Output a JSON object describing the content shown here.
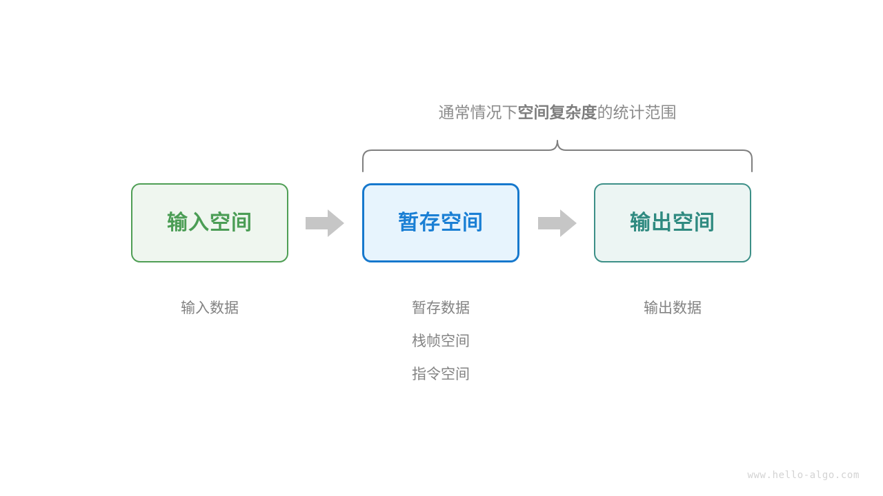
{
  "diagram": {
    "brace_caption": {
      "prefix": "通常情况下",
      "emphasis": "空间复杂度",
      "suffix": "的统计范围",
      "full_text": "通常情况下空间复杂度的统计范围"
    },
    "stages": [
      {
        "id": "input",
        "title": "输入空间",
        "border_color": "#4e9e54",
        "fill_color": "#eff6ef",
        "text_color": "#4b9d55",
        "captions": [
          "输入数据"
        ]
      },
      {
        "id": "temp",
        "title": "暂存空间",
        "border_color": "#1678cd",
        "fill_color": "#e7f4fd",
        "text_color": "#1a7fd4",
        "captions": [
          "暂存数据",
          "栈帧空间",
          "指令空间"
        ]
      },
      {
        "id": "output",
        "title": "输出空间",
        "border_color": "#3c8f87",
        "fill_color": "#ecf5f3",
        "text_color": "#2f8a80",
        "captions": [
          "输出数据"
        ]
      }
    ],
    "arrows": [
      {
        "id": "arrow-1",
        "direction": "right",
        "color": "#c6c6c6"
      },
      {
        "id": "arrow-2",
        "direction": "right",
        "color": "#c6c6c6"
      }
    ],
    "brace": {
      "color": "#7f7f7f",
      "spans_stages": [
        "temp",
        "output"
      ]
    }
  },
  "watermark": {
    "text": "www.hello-algo.com"
  }
}
